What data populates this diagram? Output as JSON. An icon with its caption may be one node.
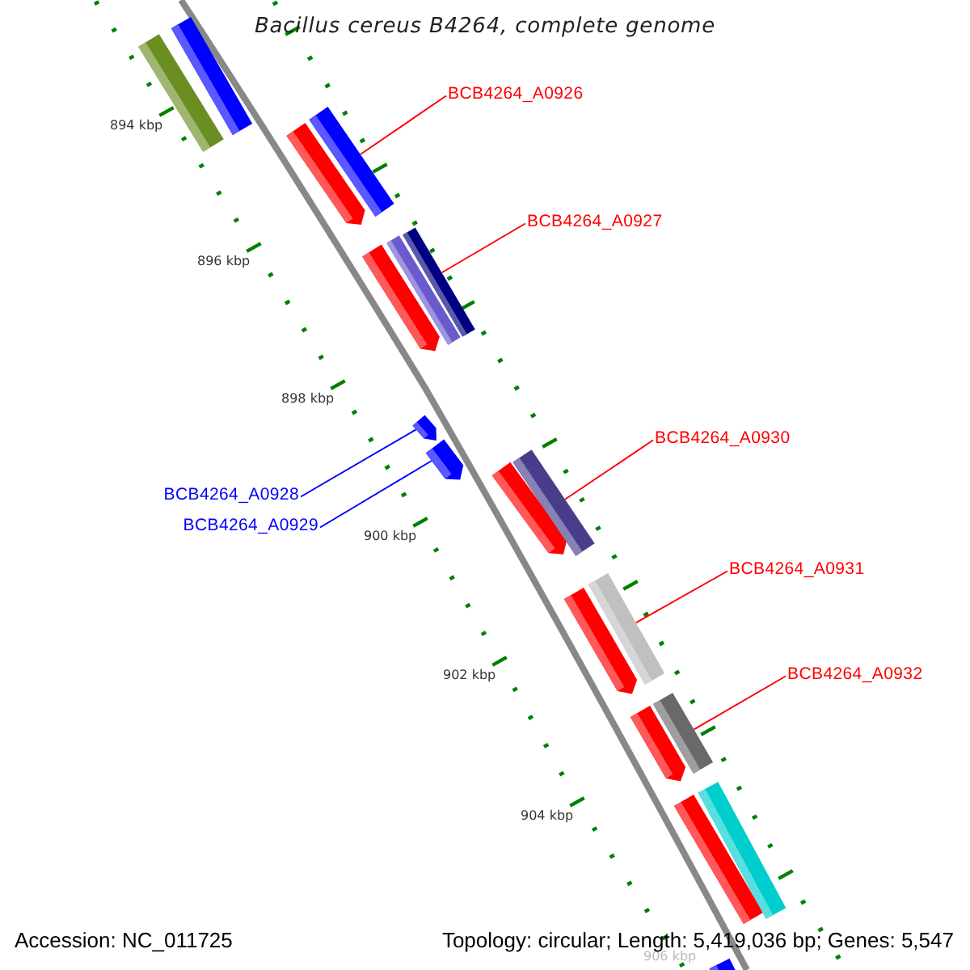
{
  "diagram": {
    "title": "Bacillus cereus B4264, complete genome",
    "nodes": [
      {
        "text": [],
        "shape": "bar"
      },
      {
        "text": [],
        "shape": "bar"
      },
      {
        "text": [
          "BCB4264_A0926"
        ]
      },
      {
        "text": [],
        "shape": "bar"
      },
      {
        "text": [],
        "shape": "bar"
      },
      {
        "text": [
          "BCB4264_A0927"
        ]
      },
      {
        "text": [],
        "shape": "bar"
      },
      {
        "text": [],
        "shape": "bar"
      },
      {
        "text": [],
        "shape": "bar"
      },
      {
        "text": [],
        "shape": "bar"
      },
      {
        "text": [],
        "shape": "bar"
      },
      {
        "text": [
          "BCB4264_A0928"
        ]
      },
      {
        "text": [
          "BCB4264_A0929"
        ]
      },
      {
        "text": [
          "BCB4264_A0930"
        ]
      },
      {
        "text": [],
        "shape": "bar"
      },
      {
        "text": [],
        "shape": "bar"
      },
      {
        "text": [
          "BCB4264_A0931"
        ]
      },
      {
        "text": [],
        "shape": "bar"
      },
      {
        "text": [],
        "shape": "bar"
      },
      {
        "text": [
          "BCB4264_A0932"
        ]
      },
      {
        "text": [],
        "shape": "bar"
      },
      {
        "text": [],
        "shape": "bar"
      },
      {
        "text": [],
        "shape": "bar"
      },
      {
        "text": [],
        "shape": "bar"
      },
      {
        "text": [],
        "shape": "bar"
      }
    ],
    "edges": [
      {
        "from": 2,
        "to": 4,
        "arrow": "none"
      },
      {
        "from": 5,
        "to": 8,
        "arrow": "none"
      },
      {
        "from": 11,
        "to": 9,
        "arrow": "none",
        "color": "#0000ff"
      },
      {
        "from": 12,
        "to": 10,
        "arrow": "none",
        "color": "#0000ff"
      },
      {
        "from": 13,
        "to": 15,
        "arrow": "none"
      },
      {
        "from": 16,
        "to": 18,
        "arrow": "none"
      },
      {
        "from": 19,
        "to": 21,
        "arrow": "none"
      }
    ],
    "labels": [
      "894 kbp",
      "896 kbp",
      "898 kbp",
      "900 kbp",
      "902 kbp",
      "904 kbp",
      "906 kbp",
      "Accession: NC_011725",
      "Topology: circular; Length: 5,419,036 bp; Genes: 5,547"
    ]
  }
}
